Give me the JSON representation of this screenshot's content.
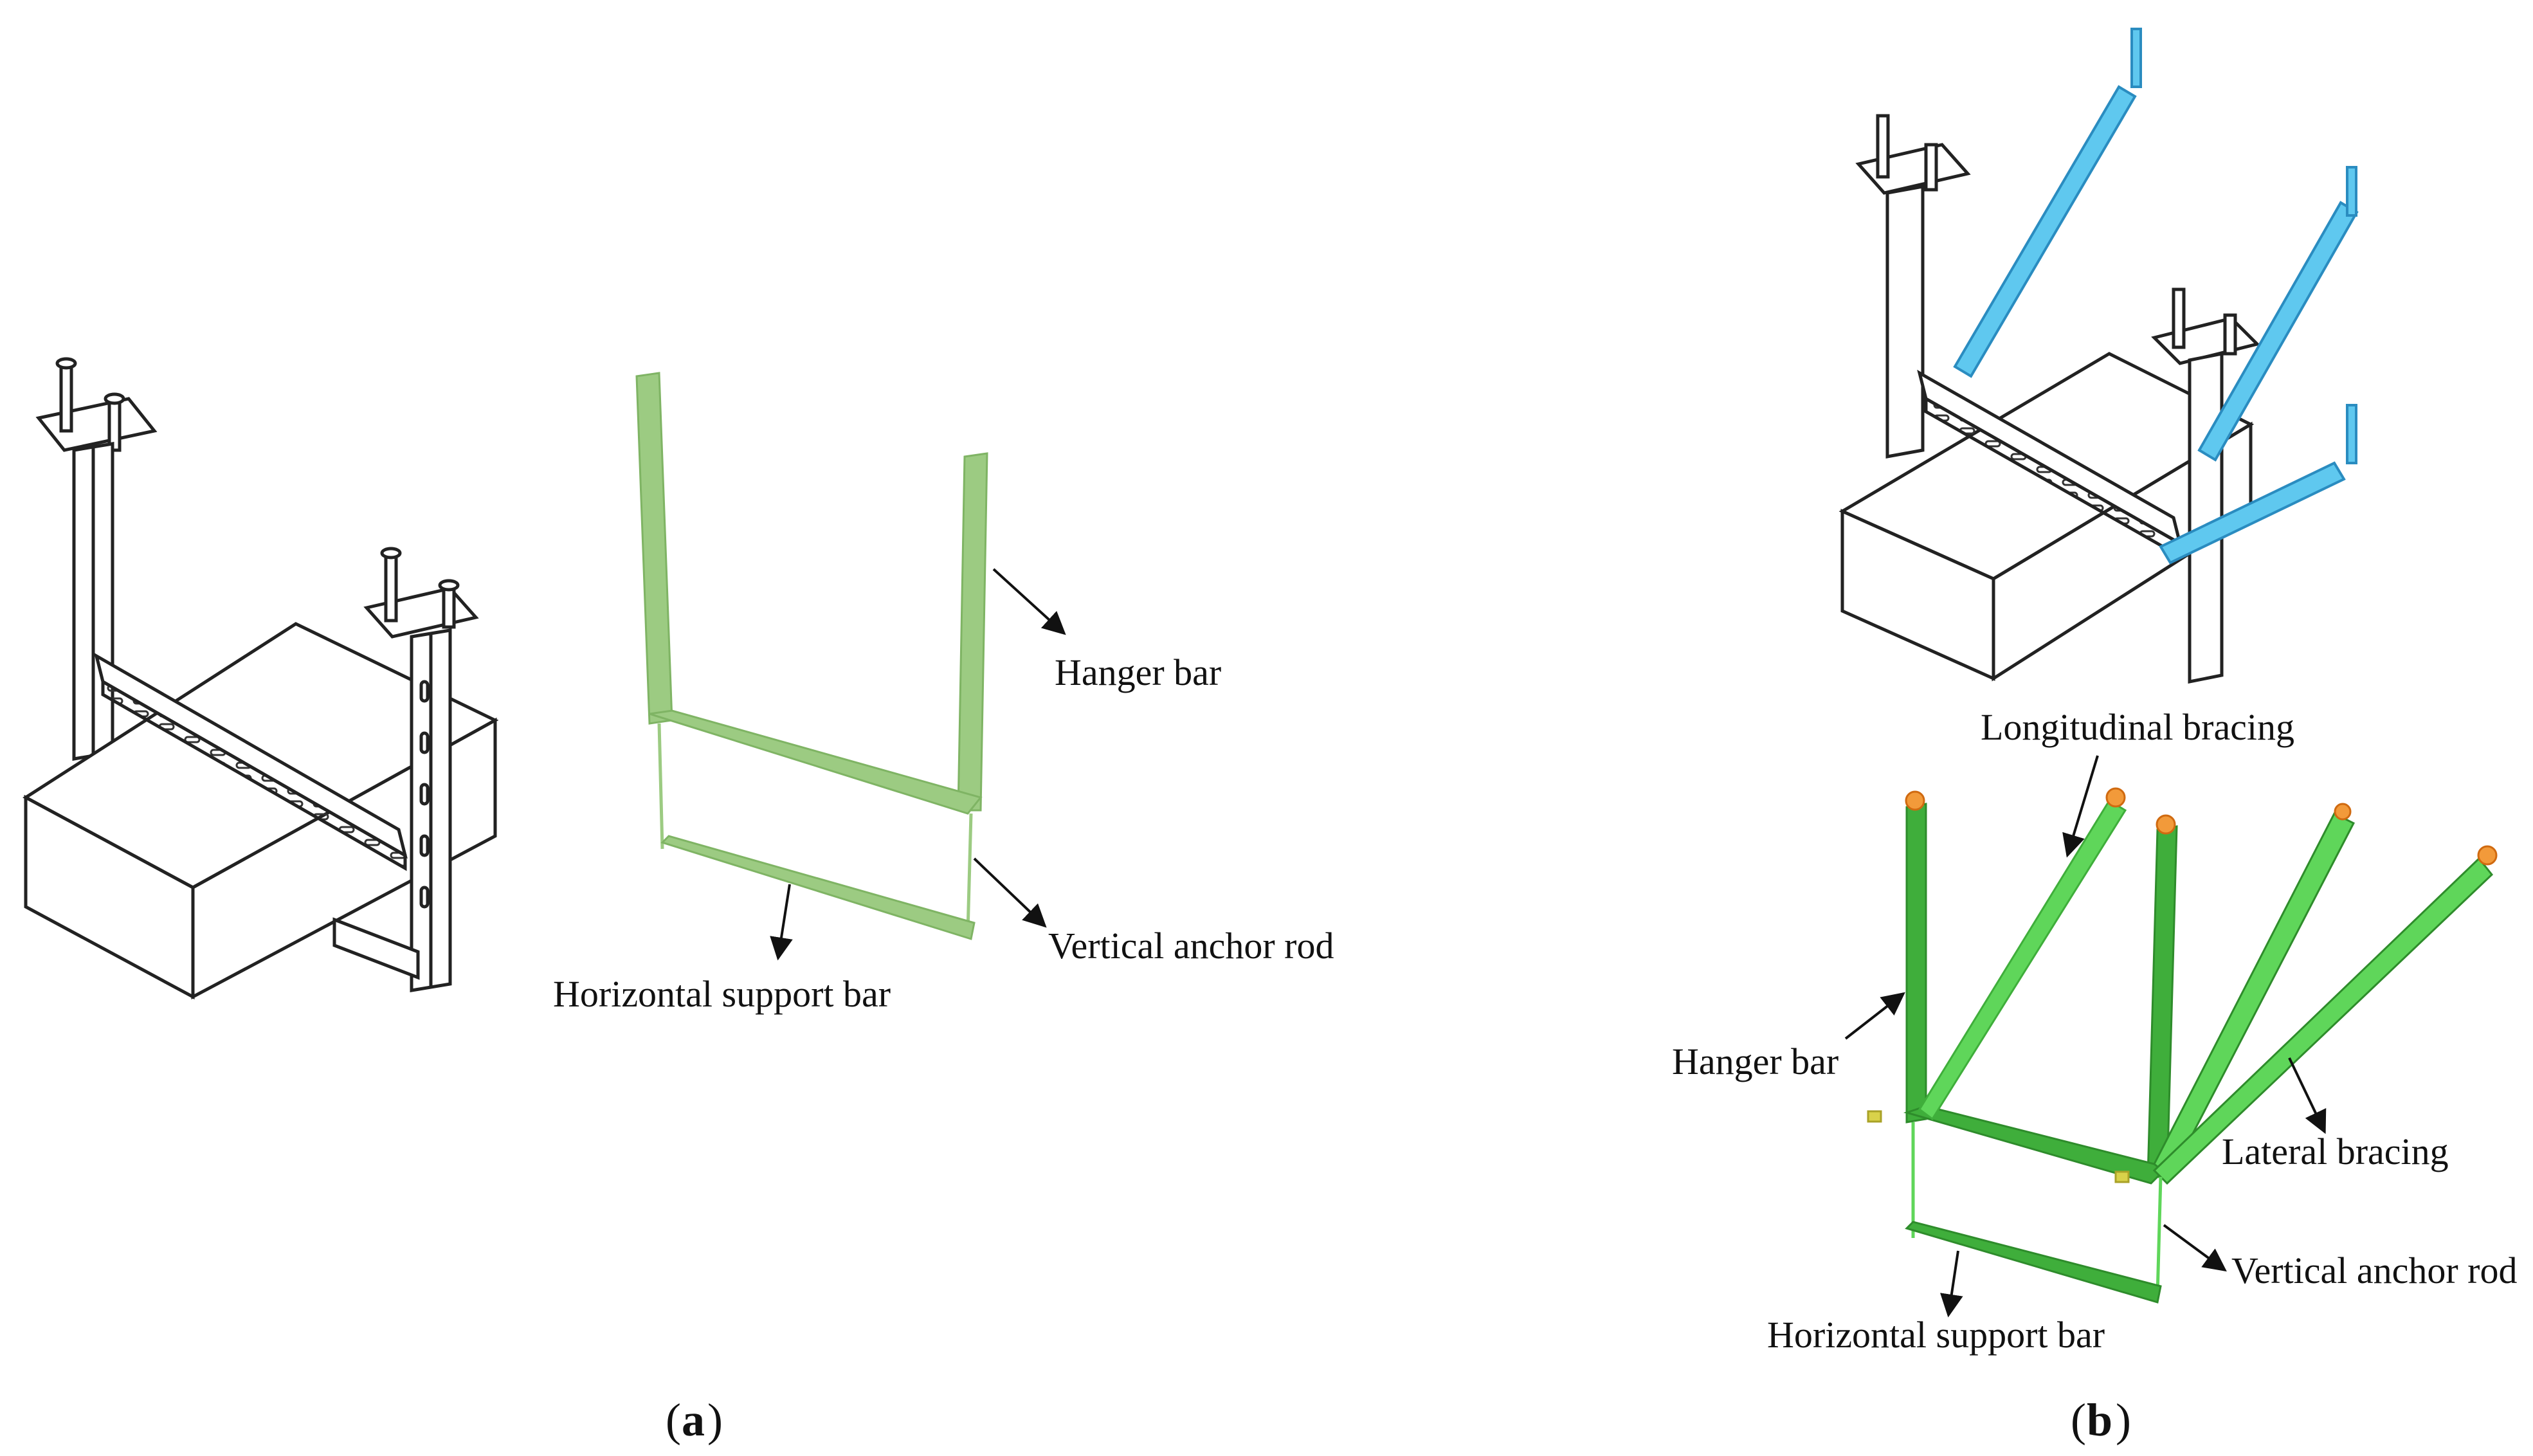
{
  "panel_a": {
    "caption_letter": "a",
    "labels": {
      "hanger_bar": "Hanger bar",
      "vertical_anchor_rod": "Vertical anchor rod",
      "horizontal_support_bar": "Horizontal support bar"
    }
  },
  "panel_b": {
    "caption_letter": "b",
    "labels": {
      "longitudinal_bracing": "Longitudinal bracing",
      "hanger_bar": "Hanger bar",
      "lateral_bracing": "Lateral bracing",
      "vertical_anchor_rod": "Vertical anchor rod",
      "horizontal_support_bar": "Horizontal support bar"
    }
  },
  "colors": {
    "light_green": "#9ccb82",
    "green": "#3fae3b",
    "bright_green": "#5fd65a",
    "cyan_bracing": "#5fc8ef",
    "orange_node": "#f29a3a",
    "yellow_node": "#d9d24a",
    "line_art": "#222222"
  }
}
